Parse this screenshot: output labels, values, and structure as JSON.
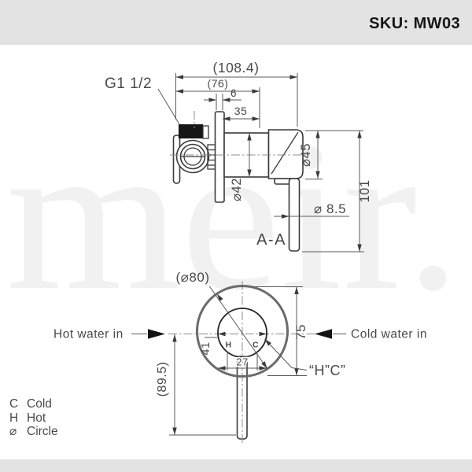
{
  "header": {
    "sku": "SKU: MW03"
  },
  "watermark": {
    "text": "meir."
  },
  "side_view": {
    "thread_label": "G1 1/2",
    "dim_overall": "(108.4)",
    "dim_76": "(76)",
    "dim_6": "6",
    "dim_35": "35",
    "dim_d42": "⌀42",
    "dim_d45": "⌀45",
    "dim_d85": "⌀ 8.5",
    "dim_101": "101",
    "section_label": "A-A"
  },
  "front_view": {
    "dim_d80": "(⌀80)",
    "dim_75": "75",
    "dim_41": "41",
    "dim_27": "27",
    "dim_895": "(89.5)",
    "hot_label": "Hot water in",
    "cold_label": "Cold water in",
    "hc_label": "“H”C”",
    "h_mark": "H",
    "c_mark": "C"
  },
  "legend": {
    "rows": [
      {
        "symbol": "C",
        "label": "Cold"
      },
      {
        "symbol": "H",
        "label": "Hot"
      },
      {
        "symbol": "⌀",
        "label": "Circle"
      }
    ]
  },
  "colors": {
    "bar_gray": "#e3e3e3",
    "line_dark": "#3a3a3a",
    "dim_gray": "#5a5a5a",
    "text_gray": "#4a4a4a",
    "watermark_gray": "#f1f1f1",
    "solid_black": "#161616"
  }
}
